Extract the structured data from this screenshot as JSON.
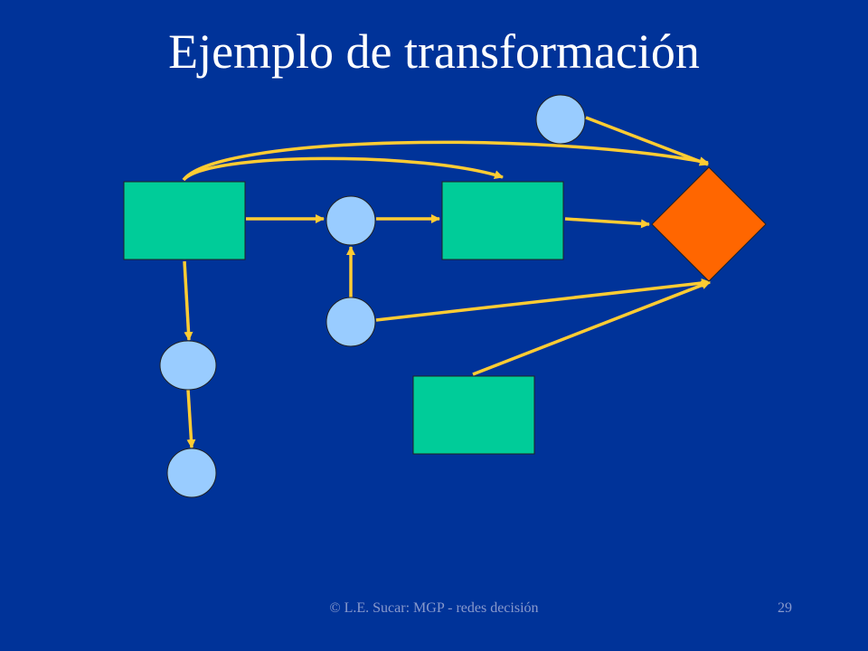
{
  "slide": {
    "title": "Ejemplo de transformación",
    "footer": "© L.E. Sucar: MGP - redes decisión",
    "page_number": "29"
  },
  "colors": {
    "background": "#003399",
    "chance_node": "#99ccff",
    "decision_node": "#00cc99",
    "utility_node": "#ff6600",
    "arrow": "#ffcc33"
  },
  "diagram": {
    "nodes": [
      {
        "id": "decision-1",
        "type": "decision"
      },
      {
        "id": "chance-1",
        "type": "chance"
      },
      {
        "id": "decision-2",
        "type": "decision"
      },
      {
        "id": "chance-top",
        "type": "chance"
      },
      {
        "id": "utility",
        "type": "utility"
      },
      {
        "id": "chance-2",
        "type": "chance"
      },
      {
        "id": "chance-3",
        "type": "chance"
      },
      {
        "id": "chance-4",
        "type": "chance"
      },
      {
        "id": "decision-3",
        "type": "decision"
      }
    ],
    "edges": [
      [
        "decision-1",
        "chance-1"
      ],
      [
        "chance-1",
        "decision-2"
      ],
      [
        "decision-2",
        "utility"
      ],
      [
        "chance-top",
        "utility"
      ],
      [
        "decision-1",
        "decision-2"
      ],
      [
        "decision-1",
        "utility"
      ],
      [
        "chance-2",
        "chance-1"
      ],
      [
        "chance-2",
        "utility"
      ],
      [
        "decision-3",
        "utility"
      ],
      [
        "decision-1",
        "chance-3"
      ],
      [
        "chance-3",
        "chance-4"
      ]
    ]
  }
}
